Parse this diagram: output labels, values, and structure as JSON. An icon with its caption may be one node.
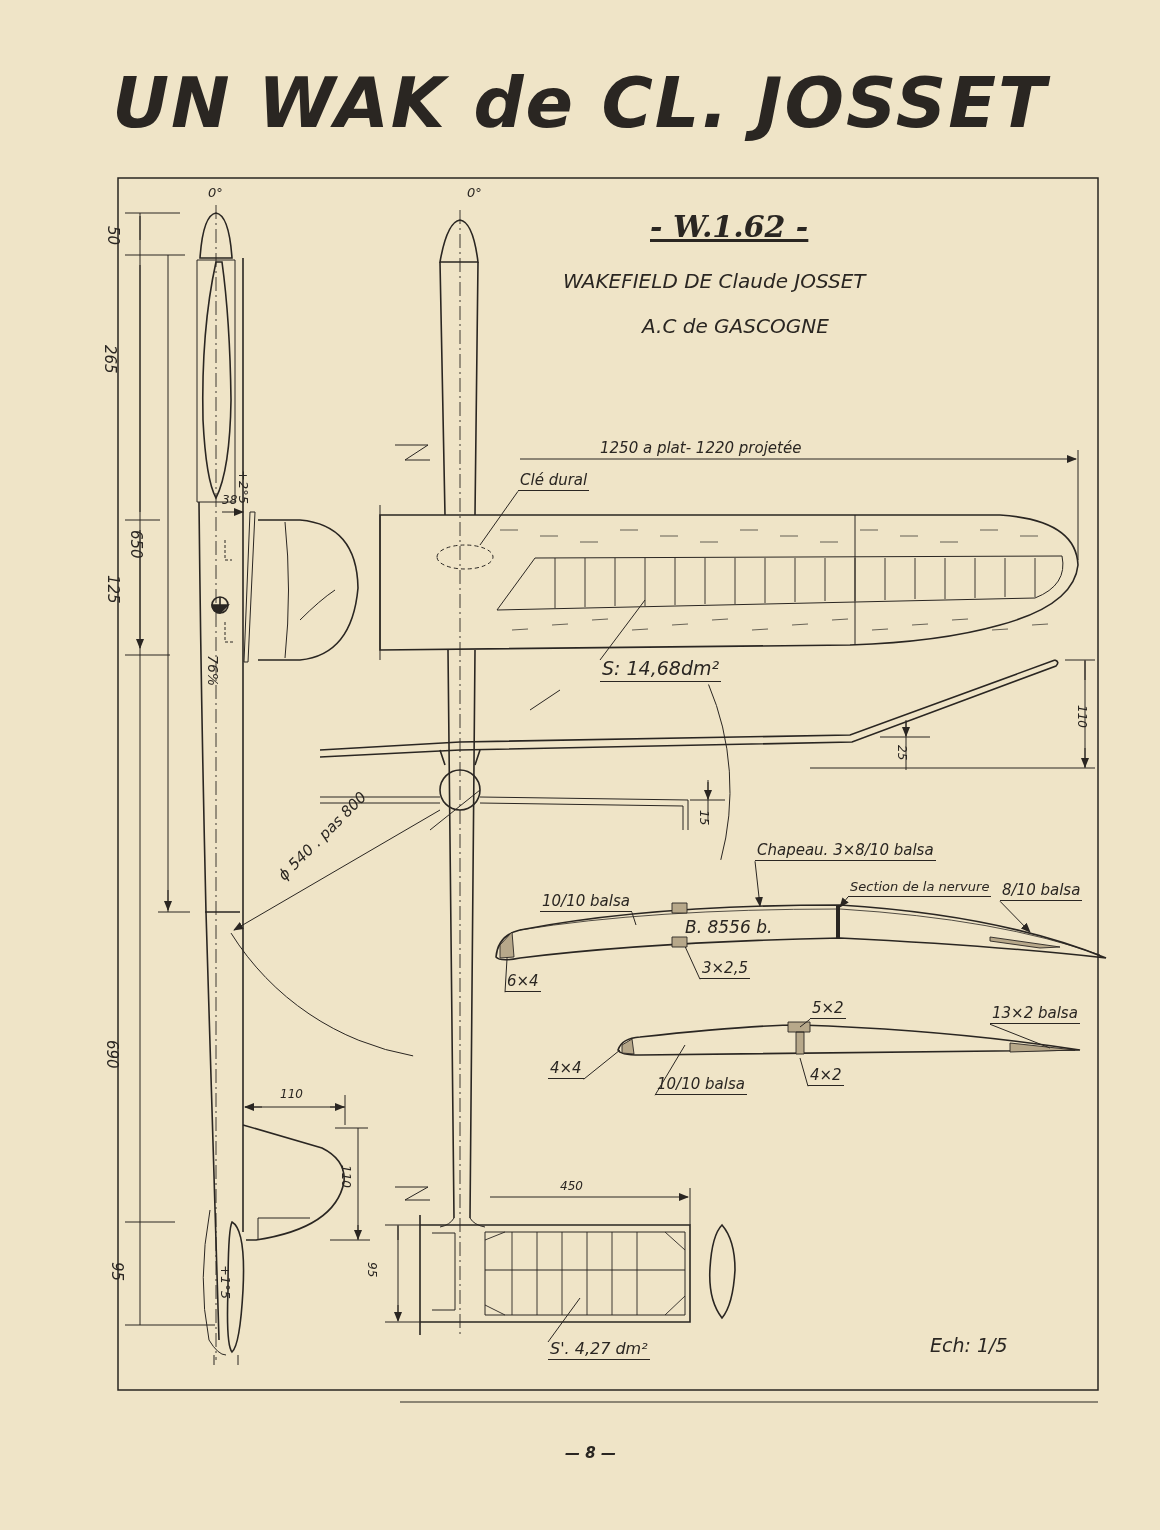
{
  "diagram": {
    "title": "UN WAK de CL. JOSSET",
    "nodes": [
      {
        "text": [
          "Clé dural"
        ]
      },
      {
        "text": [
          "S: 14,68dm²"
        ]
      },
      {
        "text": [
          "Chapeau. 3×8/10 balsa"
        ]
      },
      {
        "text": [
          "Section de la nervure"
        ]
      },
      {
        "text": [
          "10/10 balsa"
        ]
      },
      {
        "text": [
          "8/10 balsa"
        ]
      },
      {
        "text": [
          "3×2,5"
        ]
      },
      {
        "text": [
          "6×4"
        ]
      },
      {
        "text": [
          "5×2"
        ]
      },
      {
        "text": [
          "13×2 balsa"
        ]
      },
      {
        "text": [
          "4×4"
        ]
      },
      {
        "text": [
          "10/10 balsa"
        ]
      },
      {
        "text": [
          "4×2"
        ]
      },
      {
        "text": [
          "S'. 4,27 dm²"
        ]
      },
      {
        "text": [
          "B. 8556 b."
        ]
      }
    ],
    "edges": [
      {
        "from": 0,
        "to": null,
        "arrow": "none"
      },
      {
        "from": 1,
        "to": null,
        "arrow": "none"
      },
      {
        "from": 2,
        "to": 14,
        "arrow": "to"
      },
      {
        "from": 3,
        "to": 14,
        "arrow": "to"
      },
      {
        "from": 4,
        "to": 14,
        "arrow": "none"
      },
      {
        "from": 5,
        "to": 14,
        "arrow": "to"
      },
      {
        "from": 6,
        "to": 14,
        "arrow": "none"
      },
      {
        "from": 7,
        "to": 14,
        "arrow": "none"
      },
      {
        "from": 8,
        "to": null,
        "arrow": "none"
      },
      {
        "from": 9,
        "to": null,
        "arrow": "none"
      },
      {
        "from": 10,
        "to": null,
        "arrow": "none"
      },
      {
        "from": 11,
        "to": null,
        "arrow": "none"
      },
      {
        "from": 12,
        "to": null,
        "arrow": "none"
      },
      {
        "from": 13,
        "to": null,
        "arrow": "none"
      }
    ],
    "labels": [
      "- W.1.62 -",
      "WAKEFIELD DE Claude JOSSET",
      "A.C de GASCOGNE",
      "0°",
      "0°",
      "50",
      "265",
      "+2°5",
      "1250 a plat- 1220 projetée",
      "650",
      "38",
      "125",
      "76%",
      "110",
      "25",
      "15",
      "ϕ 540 . pas 800",
      "690",
      "110",
      "110",
      "450",
      "95",
      "+1°5",
      "95",
      "Ech: 1/5",
      "— 8 —"
    ]
  }
}
